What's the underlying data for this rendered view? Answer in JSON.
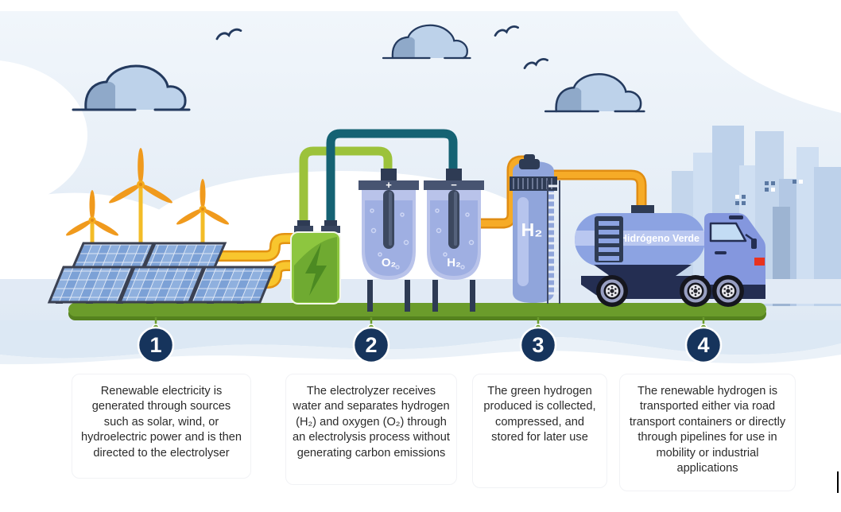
{
  "scene": {
    "labels": {
      "o2_tank": "O₂",
      "h2_tank": "H₂",
      "h2_cylinder": "H₂",
      "truck_tank": "Hidrógeno Verde",
      "electrode_plus": "+",
      "electrode_minus": "−"
    },
    "colors": {
      "accent_green": "#6b9c2b",
      "badge_navy": "#16345c",
      "pipe_yellow": "#f6bf2a",
      "pipe_green": "#9cc23b",
      "pipe_teal": "#156273",
      "pipe_orange": "#f2a41f",
      "tank_blue": "#b9c3ea",
      "truck_blue": "#8ca3e2",
      "sky_blue": "#e7eef7",
      "outline_navy": "#243a5e"
    }
  },
  "steps": [
    {
      "number": "1",
      "text": "Renewable electricity is generated through sources such as solar, wind, or hydroelectric power and is then directed to the electrolyser"
    },
    {
      "number": "2",
      "text": "The electrolyzer receives water and separates hydrogen (H₂) and oxygen (O₂) through an electrolysis process without generating carbon emissions"
    },
    {
      "number": "3",
      "text": "The green hydrogen produced is collected, compressed, and stored for later use"
    },
    {
      "number": "4",
      "text": "The renewable hydrogen is transported either via road transport containers or directly through pipelines for use in mobility or industrial applications"
    }
  ]
}
